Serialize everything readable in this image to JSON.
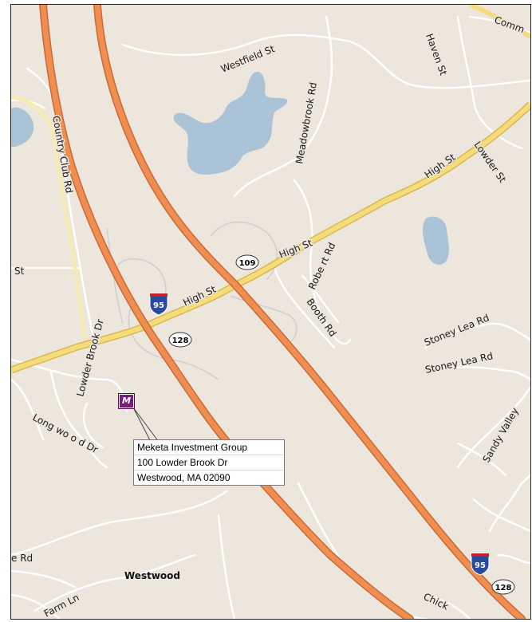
{
  "streets": {
    "westfield_st": "Westfield St",
    "meadowbrook_rd": "Meadowbrook Rd",
    "haven_st": "Haven St",
    "commonwealth_partial": "Comm",
    "country_club_rd": "Country Club Rd",
    "high_st_ne": "High St",
    "lowder_st": "Lowder St",
    "high_st_mid": "High St",
    "high_st_sw": "High St",
    "robert_rd": "Robe rt Rd",
    "booth_rd": "Booth Rd",
    "st_west": "St",
    "lowder_brook_dr": "Lowder Brook Dr",
    "longwood_dr": "Long wo o d Dr",
    "stoney_lea_rd_1": "Stoney Lea Rd",
    "stoney_lea_rd_2": "Stoney Lea Rd",
    "sandy_valley": "Sandy Valley",
    "e_rd": "e Rd",
    "farm_ln": "Farm Ln",
    "chick_partial": "Chick"
  },
  "town": {
    "westwood": "Westwood"
  },
  "shields": {
    "route_109": "109",
    "route_128_top": "128",
    "route_128_bottom": "128",
    "i95_top": "95",
    "i95_bottom": "95"
  },
  "marker": {
    "glyph": "M"
  },
  "callout": {
    "name": "Meketa Investment Group",
    "address": "100 Lowder Brook Dr",
    "city": "Westwood, MA 02090"
  },
  "colors": {
    "land": "#ece6dc",
    "water": "#aac3d6",
    "highway": "#f08e52",
    "arterial": "#f4dc7c",
    "minor_road": "#ffffff",
    "marker": "#7a1a7a"
  }
}
